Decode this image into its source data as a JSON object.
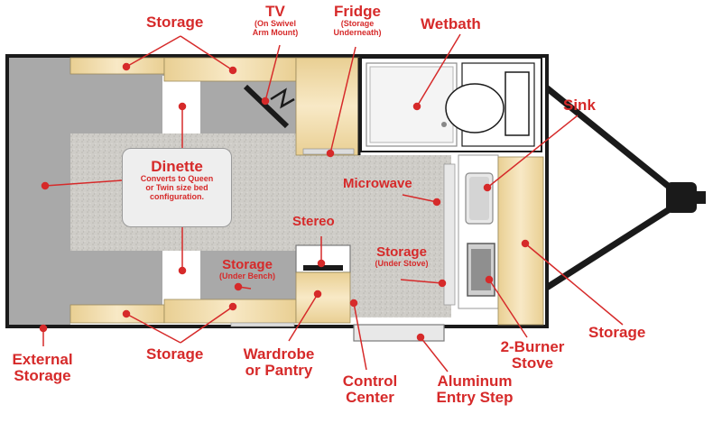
{
  "labels": {
    "storage_top": "Storage",
    "tv": "TV",
    "tv_sub1": "(On Swivel",
    "tv_sub2": "Arm Mount)",
    "fridge": "Fridge",
    "fridge_sub1": "(Storage",
    "fridge_sub2": "Underneath)",
    "wetbath": "Wetbath",
    "sink": "Sink",
    "dinette": "Dinette",
    "dinette_sub1": "Converts to Queen",
    "dinette_sub2": "or Twin size bed",
    "dinette_sub3": "configuration.",
    "microwave": "Microwave",
    "stereo": "Stereo",
    "storage_under_stove": "Storage",
    "storage_under_stove_sub": "(Under Stove)",
    "storage_under_bench": "Storage",
    "storage_under_bench_sub": "(Under Bench)",
    "storage_right": "Storage",
    "burner_1": "2-Burner",
    "burner_2": "Stove",
    "external_1": "External",
    "external_2": "Storage",
    "storage_bottom": "Storage",
    "wardrobe_1": "Wardrobe",
    "wardrobe_2": "or Pantry",
    "control_1": "Control",
    "control_2": "Center",
    "step_1": "Aluminum",
    "step_2": "Entry Step"
  },
  "colors": {
    "label_red": "#d62a2a",
    "wall": "#1a1a1a",
    "floor": "#c9c7c2",
    "cabinet": "#f3dfb1",
    "bench": "#a9a9a9"
  }
}
